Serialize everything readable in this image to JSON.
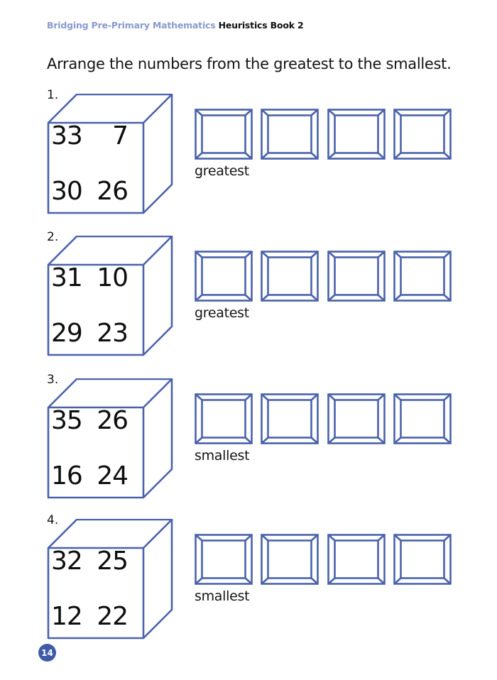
{
  "header": {
    "series": "Bridging Pre-Primary Mathematics",
    "book": "Heuristics Book 2"
  },
  "instruction": "Arrange the numbers from the greatest to the smallest.",
  "colors": {
    "accent": "#4a62ab",
    "series_text": "#8c99cf",
    "badge": "#3f5aa6"
  },
  "problems": [
    {
      "number": "1.",
      "numbers": [
        "33",
        "7",
        "30",
        "26"
      ],
      "label": "greatest",
      "answer_boxes": 4
    },
    {
      "number": "2.",
      "numbers": [
        "31",
        "10",
        "29",
        "23"
      ],
      "label": "greatest",
      "answer_boxes": 4
    },
    {
      "number": "3.",
      "numbers": [
        "35",
        "26",
        "16",
        "24"
      ],
      "label": "smallest",
      "answer_boxes": 4
    },
    {
      "number": "4.",
      "numbers": [
        "32",
        "25",
        "12",
        "22"
      ],
      "label": "smallest",
      "answer_boxes": 4
    }
  ],
  "page_number": "14"
}
